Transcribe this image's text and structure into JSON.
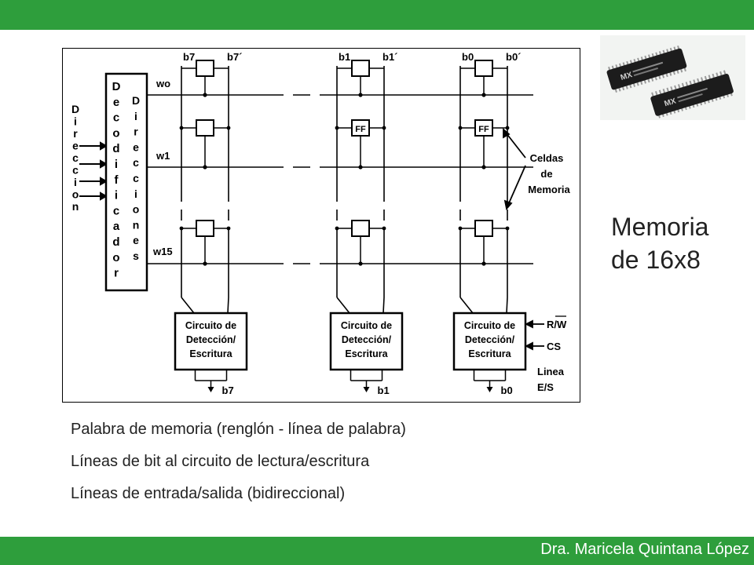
{
  "colors": {
    "accent": "#2e9e3c",
    "diagram_line": "#000000",
    "text": "#222222"
  },
  "footer": {
    "author": "Dra. Maricela Quintana López"
  },
  "title": {
    "line1": "Memoria",
    "line2": "de 16x8"
  },
  "bullets": [
    "Palabra de memoria (renglón - línea de palabra)",
    "Líneas de bit al circuito de lectura/escritura",
    "Líneas de entrada/salida (bidireccional)"
  ],
  "diagram": {
    "address_label": "Direccion",
    "decoder_label": "Decodificador",
    "directions_label": "Direcciones",
    "word_lines": [
      "wo",
      "w1",
      "w15"
    ],
    "bit_lines": [
      "b7",
      "b7´",
      "b1",
      "b1´",
      "b0",
      "b0´"
    ],
    "flipflop_label": "FF",
    "sense_circuit": [
      "Circuito de",
      "Detección/",
      "Escritura"
    ],
    "outputs": [
      "b7",
      "b1",
      "b0"
    ],
    "cells_label": [
      "Celdas",
      "de",
      "Memoria"
    ],
    "control_signals": [
      "R/W",
      "CS"
    ],
    "io_label": [
      "Linea",
      "E/S"
    ]
  },
  "image": {
    "chips": "memory-chips-photo",
    "chip_brand": "MX"
  }
}
